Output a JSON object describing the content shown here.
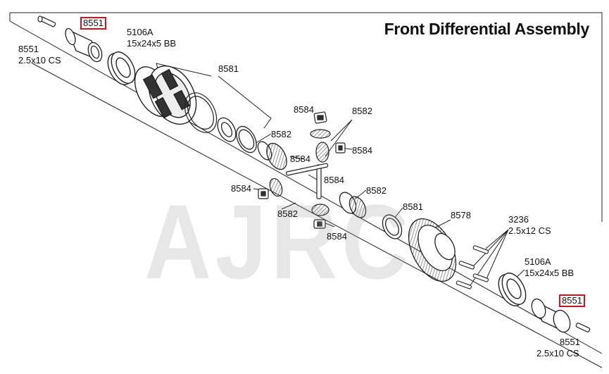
{
  "title": "Front Differential Assembly",
  "watermark": "AJRC",
  "highlight_color": "#d0141c",
  "labels": [
    {
      "id": "pin-8551-top",
      "text": "8551",
      "highlighted": true
    },
    {
      "id": "pin-8551-top-size-1",
      "text": "8551"
    },
    {
      "id": "pin-8551-top-size-2",
      "text": "2.5x10 CS"
    },
    {
      "id": "bearing-top-1",
      "text": "5106A"
    },
    {
      "id": "bearing-top-2",
      "text": "15x24x5 BB"
    },
    {
      "id": "housing",
      "text": "8581"
    },
    {
      "id": "gear-8582-a",
      "text": "8582"
    },
    {
      "id": "washer-8584-a",
      "text": "8584"
    },
    {
      "id": "gear-8582-b",
      "text": "8582"
    },
    {
      "id": "washer-8584-b",
      "text": "8584"
    },
    {
      "id": "washer-8584-c",
      "text": "8584"
    },
    {
      "id": "washer-8584-d",
      "text": "8584"
    },
    {
      "id": "washer-8584-e",
      "text": "8584"
    },
    {
      "id": "gear-8582-c",
      "text": "8582"
    },
    {
      "id": "gear-8582-d",
      "text": "8582"
    },
    {
      "id": "washer-8584-f",
      "text": "8584"
    },
    {
      "id": "housing-b",
      "text": "8581"
    },
    {
      "id": "ring-gear",
      "text": "8578"
    },
    {
      "id": "screw-1",
      "text": "3236"
    },
    {
      "id": "screw-2",
      "text": "2.5x12 CS"
    },
    {
      "id": "bearing-bottom-1",
      "text": "5106A"
    },
    {
      "id": "bearing-bottom-2",
      "text": "15x24x5 BB"
    },
    {
      "id": "pin-8551-bottom",
      "text": "8551",
      "highlighted": true
    },
    {
      "id": "pin-8551-bottom-size-1",
      "text": "8551"
    },
    {
      "id": "pin-8551-bottom-size-2",
      "text": "2.5x10 CS"
    }
  ]
}
